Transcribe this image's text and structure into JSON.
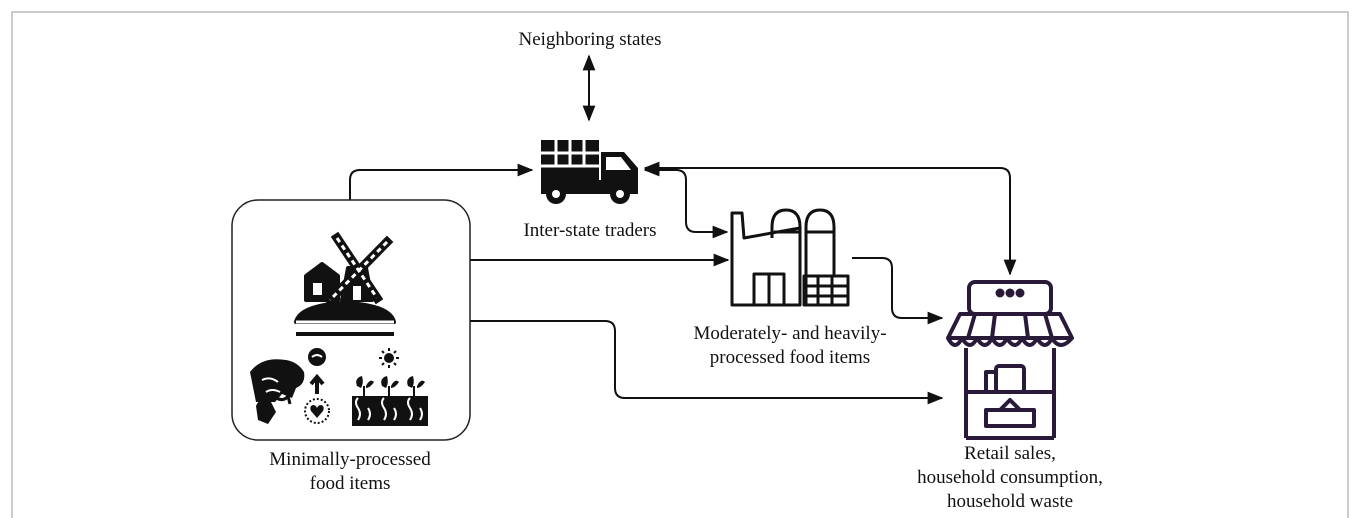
{
  "diagram": {
    "nodes": {
      "neighboring_states": {
        "label": "Neighboring states"
      },
      "inter_state_traders": {
        "label": "Inter-state traders",
        "icon": "truck-icon"
      },
      "processed_food": {
        "label_line1": "Moderately- and heavily-",
        "label_line2": "processed food items",
        "icon": "factory-icon"
      },
      "minimally_processed": {
        "label_line1": "Minimally-processed",
        "label_line2": "food items",
        "icon": "farm-windmill-icon"
      },
      "retail": {
        "label_line1": "Retail sales,",
        "label_line2": "household consumption,",
        "label_line3": "household waste",
        "icon": "market-stall-icon"
      }
    },
    "colors": {
      "line": "#111111",
      "stall": "#2a1a3a",
      "box_border": "#222222"
    }
  }
}
